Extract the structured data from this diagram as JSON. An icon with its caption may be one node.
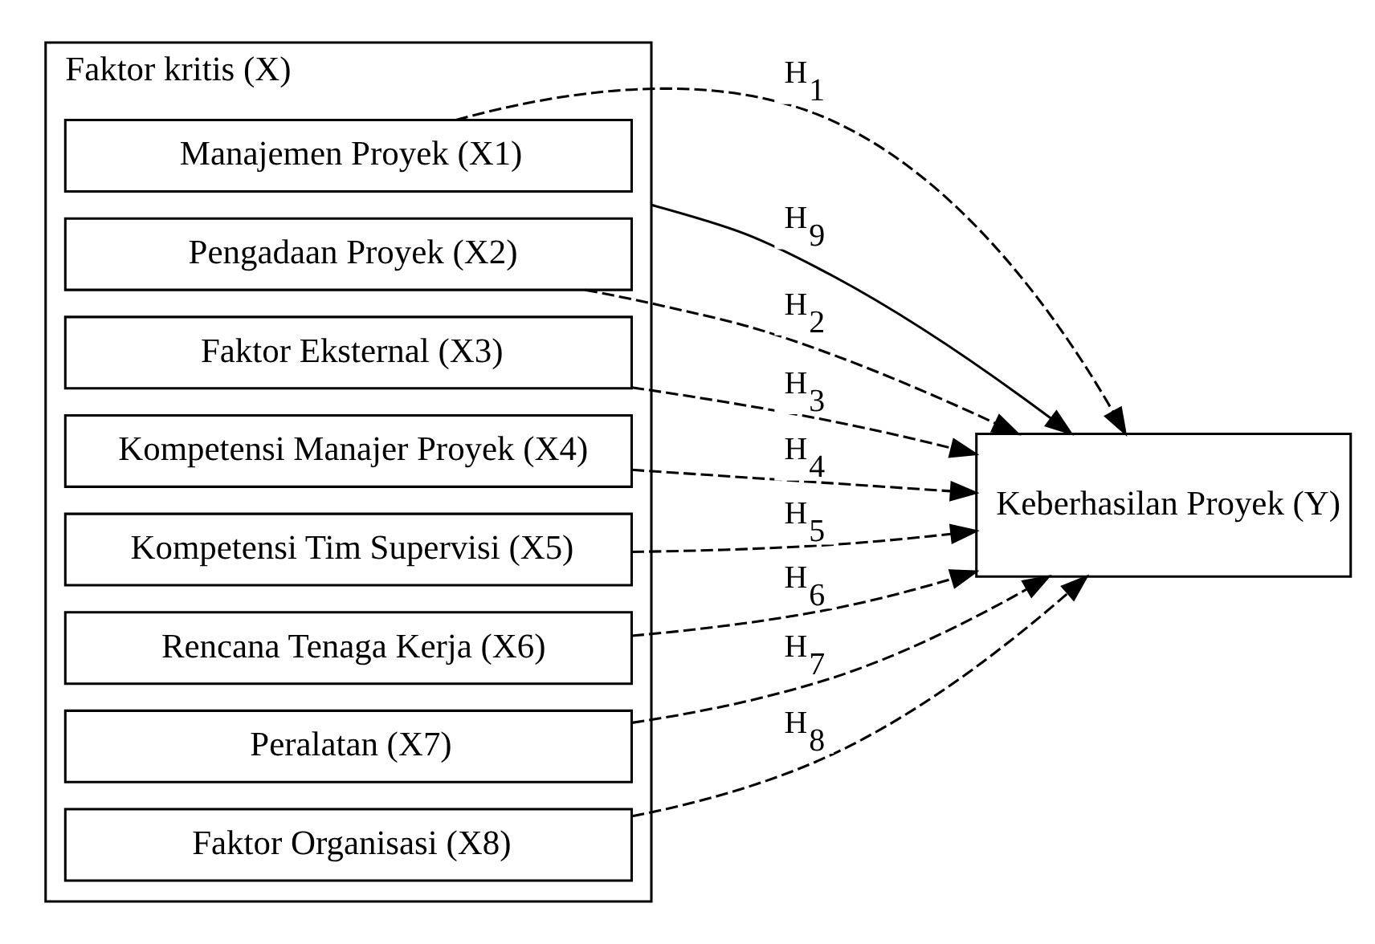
{
  "diagram": {
    "nodes": [
      {
        "text": [
          "Faktor kritis (X)"
        ]
      },
      {
        "text": [
          "Manajemen Proyek (X1)"
        ],
        "in": 0
      },
      {
        "text": [
          "Pengadaan Proyek (X2)"
        ],
        "in": 0
      },
      {
        "text": [
          "Faktor Eksternal (X3)"
        ],
        "in": 0
      },
      {
        "text": [
          "Kompetensi Manajer Proyek (X4)"
        ],
        "in": 0
      },
      {
        "text": [
          "Kompetensi Tim Supervisi (X5)"
        ],
        "in": 0
      },
      {
        "text": [
          "Rencana Tenaga Kerja (X6)"
        ],
        "in": 0
      },
      {
        "text": [
          "Peralatan (X7)"
        ],
        "in": 0
      },
      {
        "text": [
          "Faktor Organisasi (X8)"
        ],
        "in": 0
      },
      {
        "text": [
          "Keberhasilan Proyek (Y)"
        ]
      }
    ],
    "edges": [
      {
        "from": 1,
        "to": 9,
        "arrow": "to",
        "style": "dashed",
        "label": "H$_{1}$"
      },
      {
        "from": 2,
        "to": 9,
        "arrow": "to",
        "style": "dashed",
        "label": "H$_{2}$"
      },
      {
        "from": 3,
        "to": 9,
        "arrow": "to",
        "style": "dashed",
        "label": "H$_{3}$"
      },
      {
        "from": 4,
        "to": 9,
        "arrow": "to",
        "style": "dashed",
        "label": "H$_{4}$"
      },
      {
        "from": 5,
        "to": 9,
        "arrow": "to",
        "style": "dashed",
        "label": "H$_{5}$"
      },
      {
        "from": 6,
        "to": 9,
        "arrow": "to",
        "style": "dashed",
        "label": "H$_{6}$"
      },
      {
        "from": 7,
        "to": 9,
        "arrow": "to",
        "style": "dashed",
        "label": "H$_{7}$"
      },
      {
        "from": 8,
        "to": 9,
        "arrow": "to",
        "style": "dashed",
        "label": "H$_{8}$"
      },
      {
        "from": 0,
        "to": 9,
        "arrow": "to",
        "label": "H$_{9}$"
      }
    ]
  }
}
